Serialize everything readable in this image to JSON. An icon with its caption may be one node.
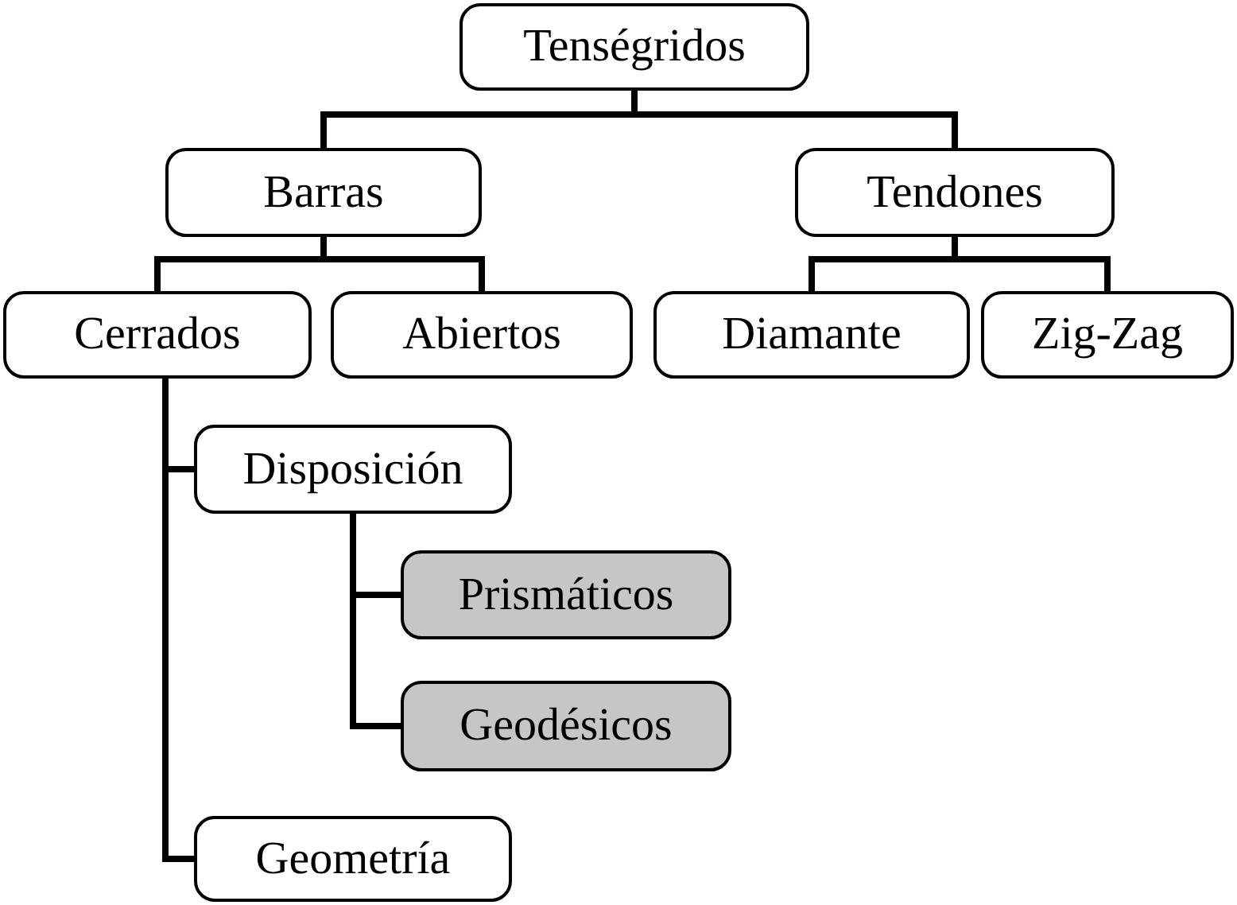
{
  "diagram": {
    "nodes": [
      {
        "text": [
          "Tenségridos"
        ]
      },
      {
        "text": [
          "Barras"
        ]
      },
      {
        "text": [
          "Tendones"
        ]
      },
      {
        "text": [
          "Cerrados"
        ]
      },
      {
        "text": [
          "Abiertos"
        ]
      },
      {
        "text": [
          "Diamante"
        ]
      },
      {
        "text": [
          "Zig-Zag"
        ]
      },
      {
        "text": [
          "Disposición"
        ]
      },
      {
        "text": [
          "Prismáticos"
        ]
      },
      {
        "text": [
          "Geodésicos"
        ]
      },
      {
        "text": [
          "Geometría"
        ]
      }
    ],
    "edges": [
      {
        "from": 0,
        "to": 1,
        "arrow": "none"
      },
      {
        "from": 0,
        "to": 2,
        "arrow": "none"
      },
      {
        "from": 1,
        "to": 3,
        "arrow": "none"
      },
      {
        "from": 1,
        "to": 4,
        "arrow": "none"
      },
      {
        "from": 2,
        "to": 5,
        "arrow": "none"
      },
      {
        "from": 2,
        "to": 6,
        "arrow": "none"
      },
      {
        "from": 3,
        "to": 7,
        "arrow": "none"
      },
      {
        "from": 7,
        "to": 8,
        "arrow": "none"
      },
      {
        "from": 7,
        "to": 9,
        "arrow": "none"
      },
      {
        "from": 3,
        "to": 10,
        "arrow": "none"
      }
    ]
  }
}
